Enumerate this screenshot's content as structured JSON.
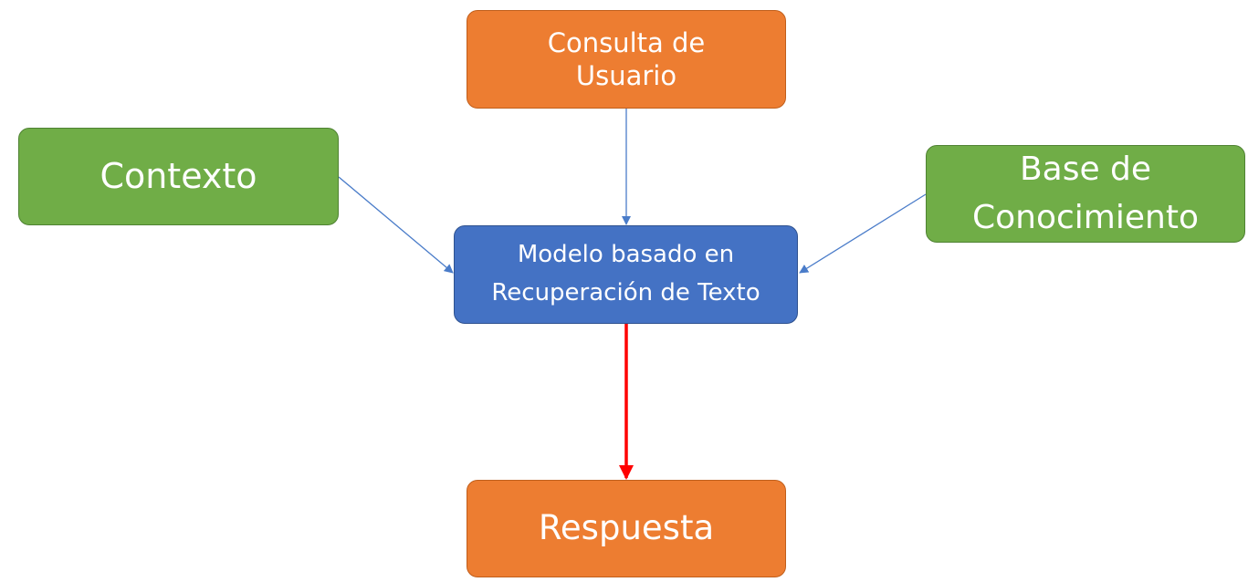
{
  "diagram": {
    "nodes": {
      "consulta": {
        "lines": [
          "Consulta de",
          "Usuario"
        ]
      },
      "contexto": {
        "lines": [
          "Contexto"
        ]
      },
      "base": {
        "lines": [
          "Base de",
          "Conocimiento"
        ]
      },
      "modelo": {
        "lines": [
          "Modelo basado en",
          "Recuperación de Texto"
        ]
      },
      "respuesta": {
        "lines": [
          "Respuesta"
        ]
      }
    },
    "edges": [
      {
        "from": "consulta",
        "to": "modelo"
      },
      {
        "from": "contexto",
        "to": "modelo"
      },
      {
        "from": "base",
        "to": "modelo"
      },
      {
        "from": "modelo",
        "to": "respuesta",
        "emphasis": true
      }
    ],
    "colors": {
      "input_node": "#ed7d31",
      "context_node": "#70ad47",
      "model_node": "#4472c4",
      "connector": "#4a7cc9",
      "output_arrow": "#ff0000"
    }
  }
}
